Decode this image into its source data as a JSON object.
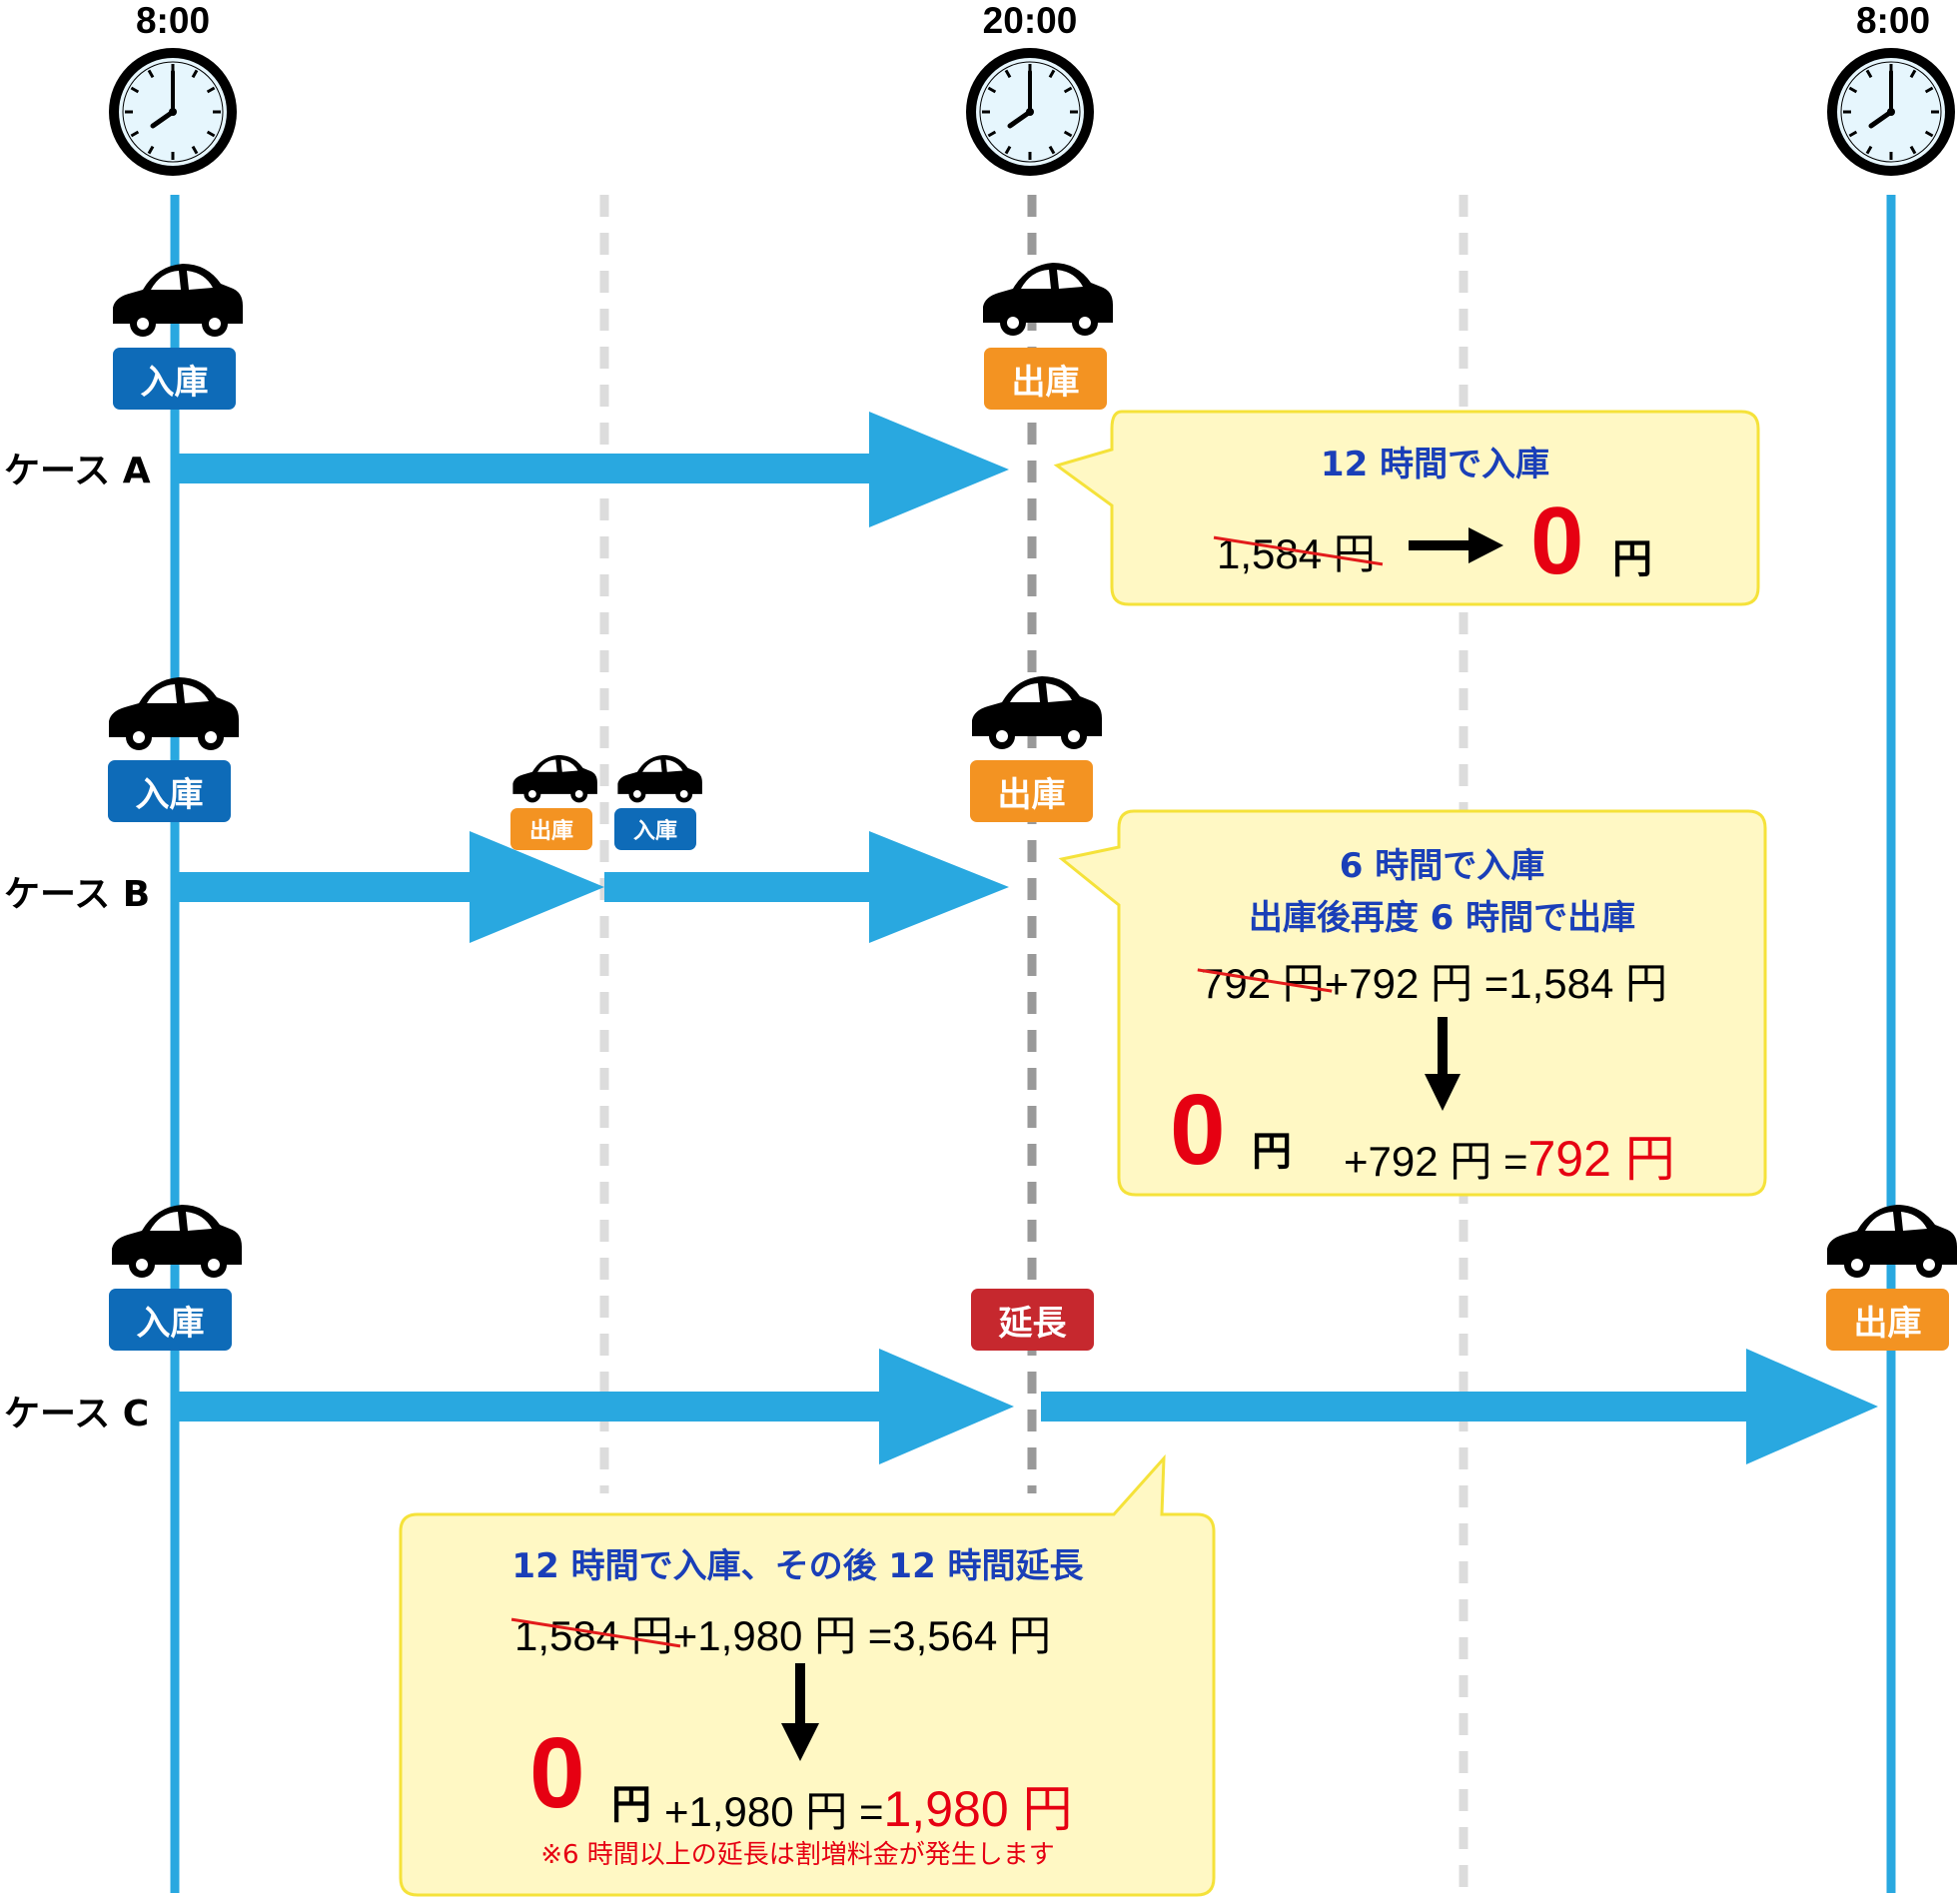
{
  "timeline": {
    "times": [
      "8:00",
      "20:00",
      "8:00"
    ]
  },
  "cases": [
    {
      "label": "ケース A",
      "badges": {
        "entry": "入庫",
        "exit": "出庫"
      },
      "bubble": {
        "title": "12 時間で入庫",
        "original_price": "1,584 円",
        "result_zero": "0",
        "result_unit": "円"
      }
    },
    {
      "label": "ケース B",
      "badges": {
        "entry": "入庫",
        "mid_exit": "出庫",
        "mid_entry": "入庫",
        "exit": "出庫"
      },
      "bubble": {
        "title_line1": "6 時間で入庫",
        "title_line2": "出庫後再度 6 時間で出庫",
        "struck_price": "792 円",
        "formula_rest": "+792 円 =1,584 円",
        "result_zero": "0",
        "result_unit": "円",
        "result_rest": "+792 円 =",
        "result_total": "792 円"
      }
    },
    {
      "label": "ケース C",
      "badges": {
        "entry": "入庫",
        "extend": "延長",
        "exit": "出庫"
      },
      "bubble": {
        "title": "12 時間で入庫、その後 12 時間延長",
        "struck_price": "1,584 円",
        "formula_rest": "+1,980 円 =3,564 円",
        "result_zero": "0",
        "result_unit": "円",
        "result_rest": "+1,980 円 =",
        "result_total": "1,980 円",
        "note": "※6 時間以上の延長は割増料金が発生します"
      }
    }
  ],
  "colors": {
    "timeline": "#29a8e0",
    "entry_badge": "#0e6bb8",
    "exit_badge": "#f39322",
    "extend_badge": "#c6282e",
    "bubble_bg": "#fff8c4",
    "bubble_border": "#f5e23a",
    "accent_red": "#e60012",
    "title_blue": "#1a3fb8"
  }
}
